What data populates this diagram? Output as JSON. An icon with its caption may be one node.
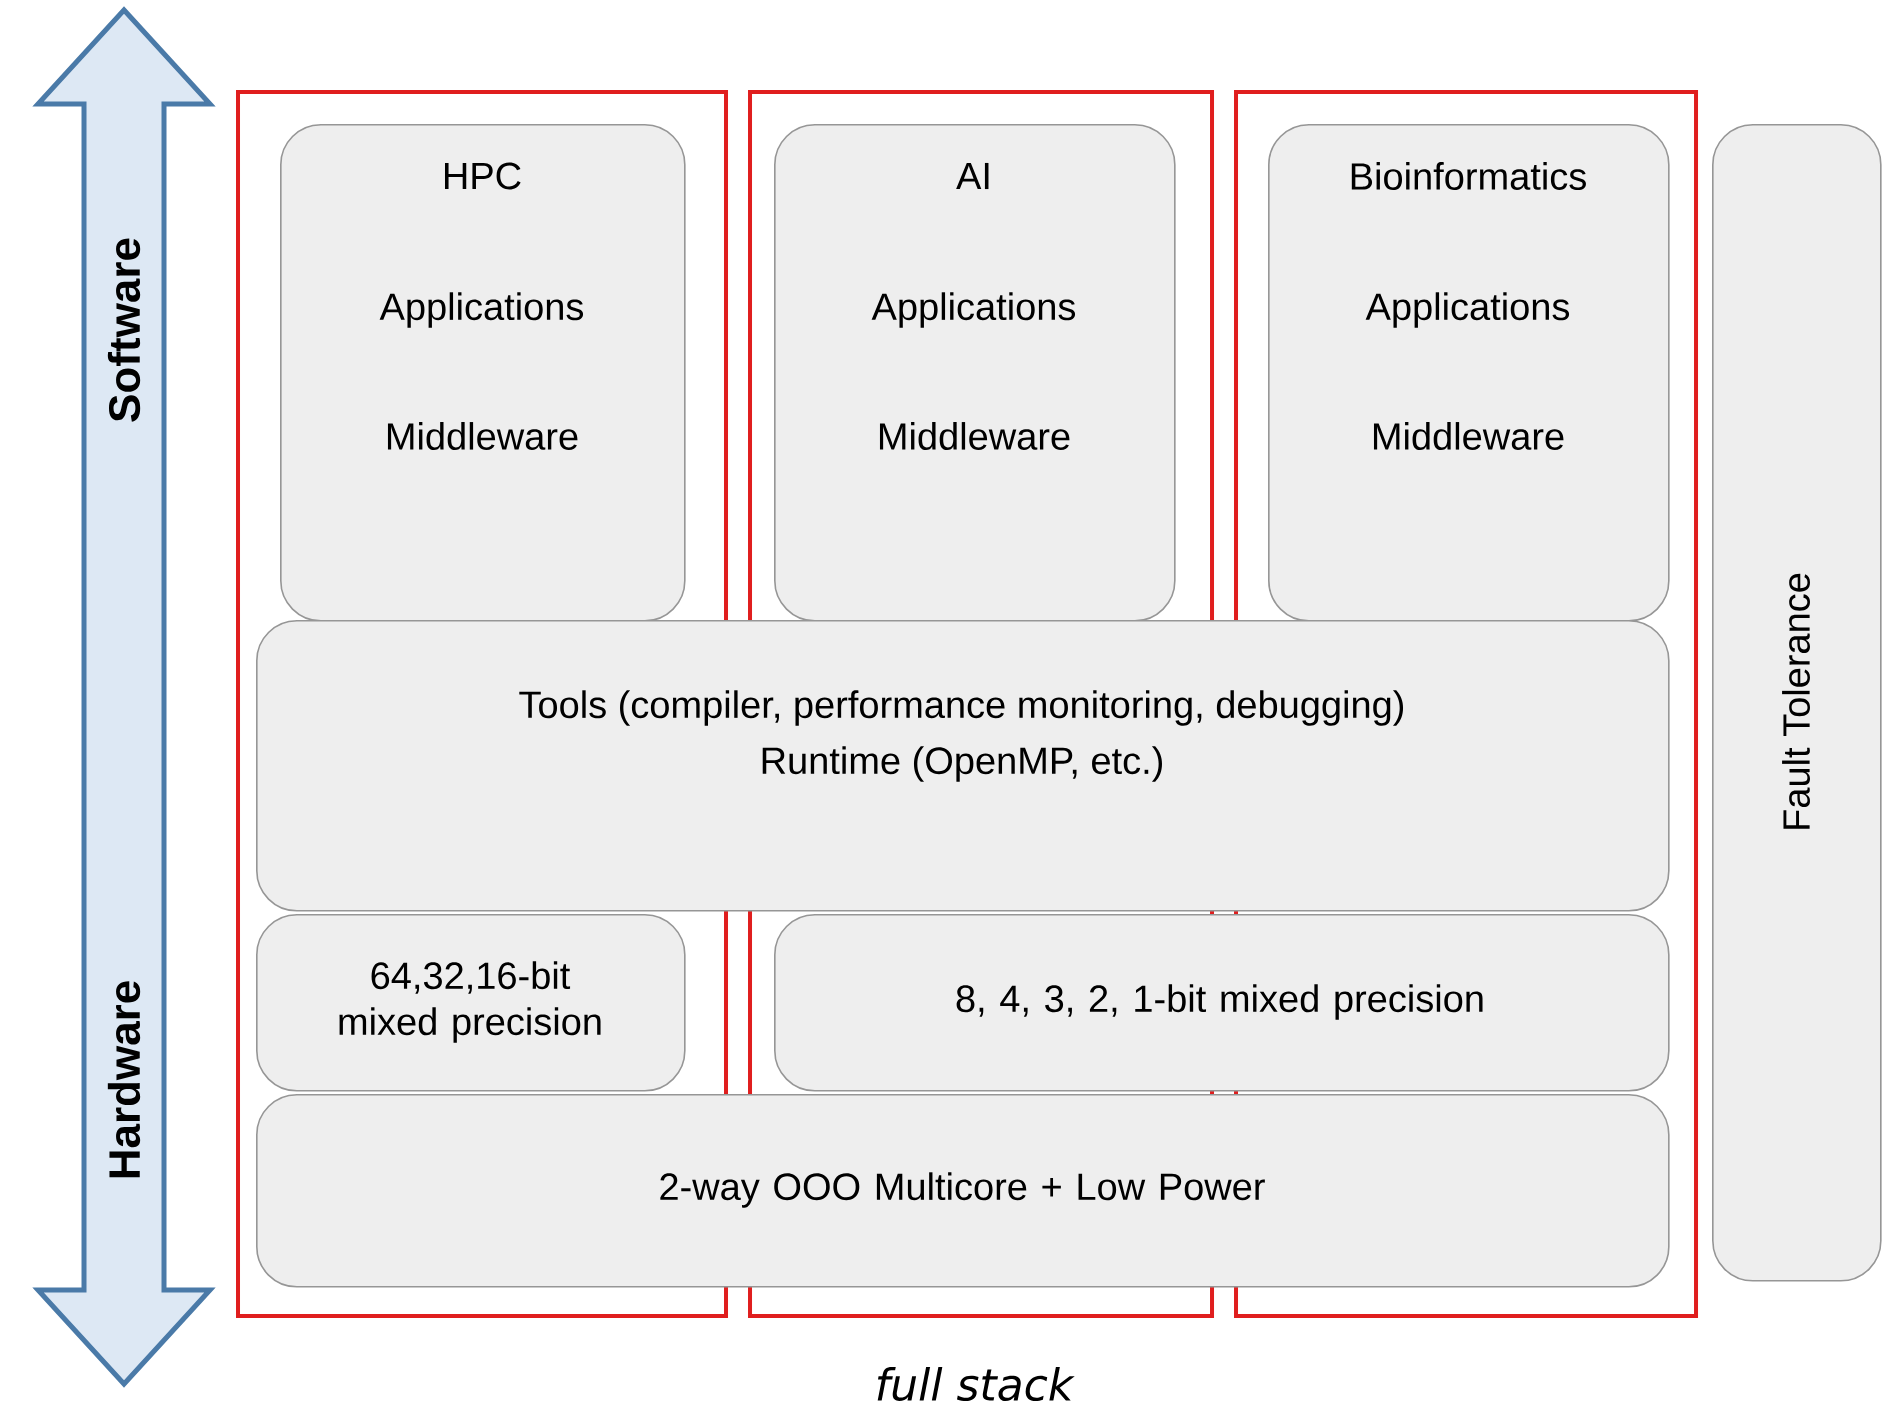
{
  "diagram": {
    "caption": "full stack",
    "nodes": [
      {
        "text": [],
        "shape": "box"
      },
      {
        "text": [],
        "shape": "box"
      },
      {
        "text": [],
        "shape": "box"
      },
      {
        "text": [
          "HPC",
          "Applications",
          "Middleware"
        ],
        "in": 0
      },
      {
        "text": [
          "AI",
          "Applications",
          "Middleware"
        ],
        "in": 1
      },
      {
        "text": [
          "Bioinformatics",
          "Applications",
          "Middleware"
        ],
        "in": 2
      },
      {
        "text": [
          "Tools (compiler, performance monitoring, debugging)",
          "Runtime (OpenMP, etc.)"
        ]
      },
      {
        "text": [
          "64,32,16-bit mixed precision"
        ],
        "in": 0
      },
      {
        "text": [
          "8, 4, 3, 2, 1-bit mixed precision"
        ]
      },
      {
        "text": [
          "2-way OOO Multicore + Low Power"
        ]
      },
      {
        "text": [
          "Fault Tolerance"
        ]
      }
    ],
    "labels": [
      "Software",
      "Hardware"
    ]
  }
}
